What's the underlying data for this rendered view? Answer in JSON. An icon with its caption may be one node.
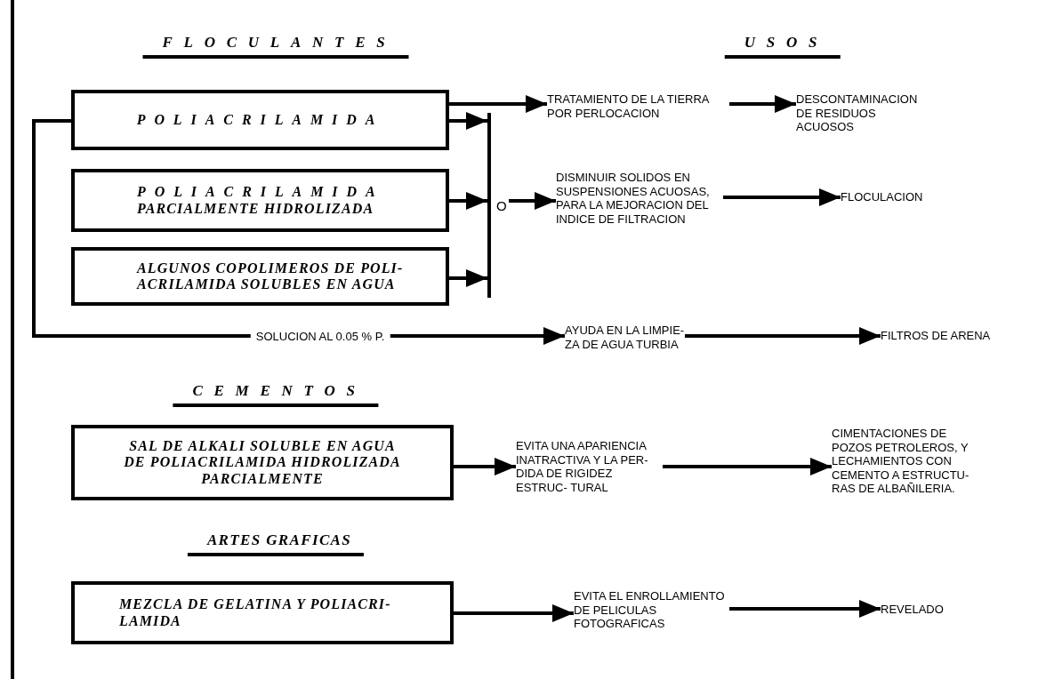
{
  "diagram": {
    "nodes": [
      {
        "text": [
          "POLIACRILAMIDA"
        ]
      },
      {
        "text": [
          "POLIACRILAMIDA",
          "PARCIALMENTE HIDROLIZADA"
        ]
      },
      {
        "text": [
          "ALGUNOS COPOLIMEROS DE POLI- ACRILAMIDA SOLUBLES EN AGUA"
        ]
      },
      {
        "text": [
          "O"
        ]
      },
      {
        "text": [
          "TRATAMIENTO DE LA TIERRA POR PERLOCACION"
        ]
      },
      {
        "text": [
          "DESCONTAMINACION DE RESIDUOS ACUOSOS"
        ]
      },
      {
        "text": [
          "DISMINUIR SOLIDOS EN SUSPENSIONES ACUOSAS, PARA LA MEJORACION DEL INDICE DE FILTRACION"
        ]
      },
      {
        "text": [
          "FLOCULACION"
        ]
      },
      {
        "text": [
          "AYUDA EN LA LIMPIE- ZA DE AGUA TURBIA"
        ]
      },
      {
        "text": [
          "FILTROS DE ARENA"
        ]
      },
      {
        "text": [
          "SAL DE ALKALI SOLUBLE EN AGUA DE POLIACRILAMIDA HIDROLIZADA PARCIALMENTE"
        ]
      },
      {
        "text": [
          "EVITA UNA APARIENCIA INATRACTIVA Y LA PER- DIDA DE RIGIDEZ ESTRUC- TURAL"
        ]
      },
      {
        "text": [
          "CIMENTACIONES DE POZOS PETROLEROS, Y LECHAMIENTOS CON CEMENTO A ESTRUCTU- RAS DE ALBAÑILERIA."
        ]
      },
      {
        "text": [
          "MEZCLA DE GELATINA Y POLIACRI- LAMIDA"
        ]
      },
      {
        "text": [
          "EVITA EL ENROLLAMIENTO DE PELICULAS FOTOGRAFICAS"
        ]
      },
      {
        "text": [
          "REVELADO"
        ]
      }
    ],
    "edges": [
      {
        "from": 0,
        "to": 4,
        "arrow": "to"
      },
      {
        "from": 4,
        "to": 5,
        "arrow": "to"
      },
      {
        "from": 0,
        "to": 3,
        "arrow": "to"
      },
      {
        "from": 1,
        "to": 3,
        "arrow": "to"
      },
      {
        "from": 2,
        "to": 3,
        "arrow": "to"
      },
      {
        "from": 3,
        "to": 6,
        "arrow": "to"
      },
      {
        "from": 6,
        "to": 7,
        "arrow": "to"
      },
      {
        "from": 0,
        "to": 8,
        "arrow": "to",
        "label": "SOLUCION AL 0.05 % P."
      },
      {
        "from": 8,
        "to": 9,
        "arrow": "to"
      },
      {
        "from": 10,
        "to": 11,
        "arrow": "to"
      },
      {
        "from": 11,
        "to": 12,
        "arrow": "to"
      },
      {
        "from": 13,
        "to": 14,
        "arrow": "to"
      },
      {
        "from": 14,
        "to": 15,
        "arrow": "to"
      }
    ],
    "labels": [
      "FLOCULANTES",
      "USOS",
      "CEMENTOS",
      "ARTES GRAFICAS"
    ]
  }
}
